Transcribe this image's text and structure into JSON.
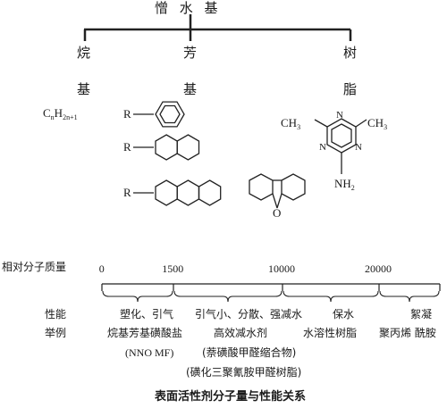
{
  "hydrophobe": {
    "root": "憎 水 基",
    "branches": [
      {
        "top": "烷",
        "bottom": "基"
      },
      {
        "top": "芳",
        "bottom": "基"
      },
      {
        "top": "树",
        "bottom": "脂"
      }
    ],
    "alkyl_formula": {
      "base": "C",
      "n1": "n",
      "H": "H",
      "n2": "2n+1"
    },
    "r_group": "R",
    "triazine": {
      "left": "CH",
      "left_sub": "3",
      "right": "CH",
      "right_sub": "3",
      "n": "N",
      "amine": "NH",
      "amine_sub": "2"
    },
    "furan_o": "O"
  },
  "scale": {
    "label": "相对分子质量",
    "ticks": [
      {
        "label": "0",
        "value": 0
      },
      {
        "label": "1500",
        "value": 1500
      },
      {
        "label": "10000",
        "value": 10000
      },
      {
        "label": "20000",
        "value": 20000
      }
    ]
  },
  "rows": {
    "property_label": "性能",
    "example_label": "举例",
    "properties": [
      "塑化、引气",
      "引气小、分散、强减水",
      "保水",
      "絮凝"
    ],
    "examples": [
      "烷基芳基磺酸盐",
      "高效减水剂",
      "水溶性树脂",
      "聚丙烯 酰胺"
    ],
    "example_sub": [
      "(NNO MF)",
      "(萘磺酸甲醛缩合物)",
      "(磺化三聚氰胺甲醛树脂)"
    ]
  },
  "caption": "表面活性剂分子量与性能关系"
}
